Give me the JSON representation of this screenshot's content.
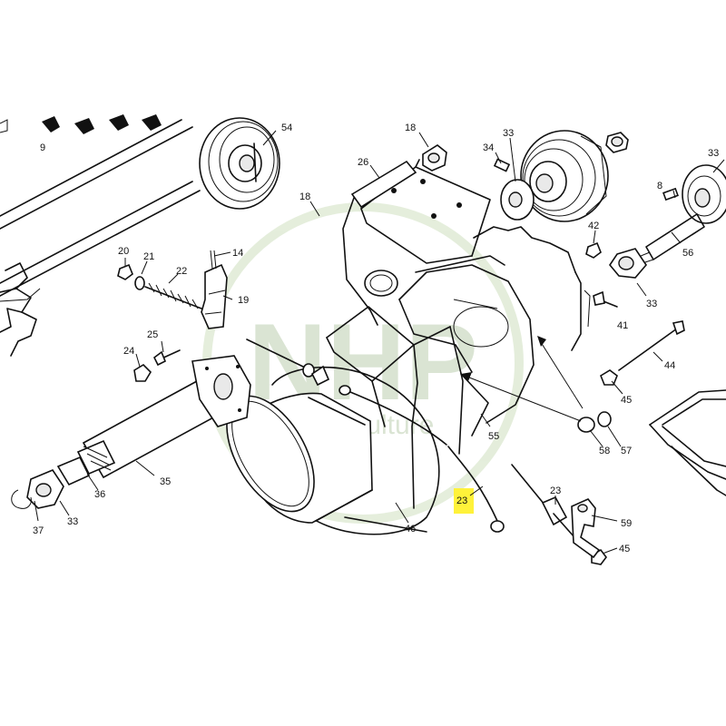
{
  "watermark": {
    "logo_text": "NHP",
    "sub_text": "Motoculture",
    "ring_color": "#e2ecd8"
  },
  "highlight": {
    "part": "23",
    "color": "#fff23a"
  },
  "parts": [
    {
      "id": "9",
      "label": "9"
    },
    {
      "id": "54",
      "label": "54"
    },
    {
      "id": "18a",
      "label": "18"
    },
    {
      "id": "33a",
      "label": "33"
    },
    {
      "id": "34",
      "label": "34"
    },
    {
      "id": "26",
      "label": "26"
    },
    {
      "id": "18b",
      "label": "18"
    },
    {
      "id": "33b",
      "label": "33"
    },
    {
      "id": "8",
      "label": "8"
    },
    {
      "id": "42",
      "label": "42"
    },
    {
      "id": "56",
      "label": "56"
    },
    {
      "id": "20",
      "label": "20"
    },
    {
      "id": "21",
      "label": "21"
    },
    {
      "id": "14",
      "label": "14"
    },
    {
      "id": "22",
      "label": "22"
    },
    {
      "id": "19",
      "label": "19"
    },
    {
      "id": "33c",
      "label": "33"
    },
    {
      "id": "41",
      "label": "41"
    },
    {
      "id": "25",
      "label": "25"
    },
    {
      "id": "24",
      "label": "24"
    },
    {
      "id": "44",
      "label": "44"
    },
    {
      "id": "45a",
      "label": "45"
    },
    {
      "id": "55",
      "label": "55"
    },
    {
      "id": "58",
      "label": "58"
    },
    {
      "id": "57",
      "label": "57"
    },
    {
      "id": "35",
      "label": "35"
    },
    {
      "id": "36",
      "label": "36"
    },
    {
      "id": "23a",
      "label": "23"
    },
    {
      "id": "23b",
      "label": "23"
    },
    {
      "id": "59",
      "label": "59"
    },
    {
      "id": "45b",
      "label": "45"
    },
    {
      "id": "37",
      "label": "37"
    },
    {
      "id": "33d",
      "label": "33"
    },
    {
      "id": "46",
      "label": "46"
    }
  ]
}
